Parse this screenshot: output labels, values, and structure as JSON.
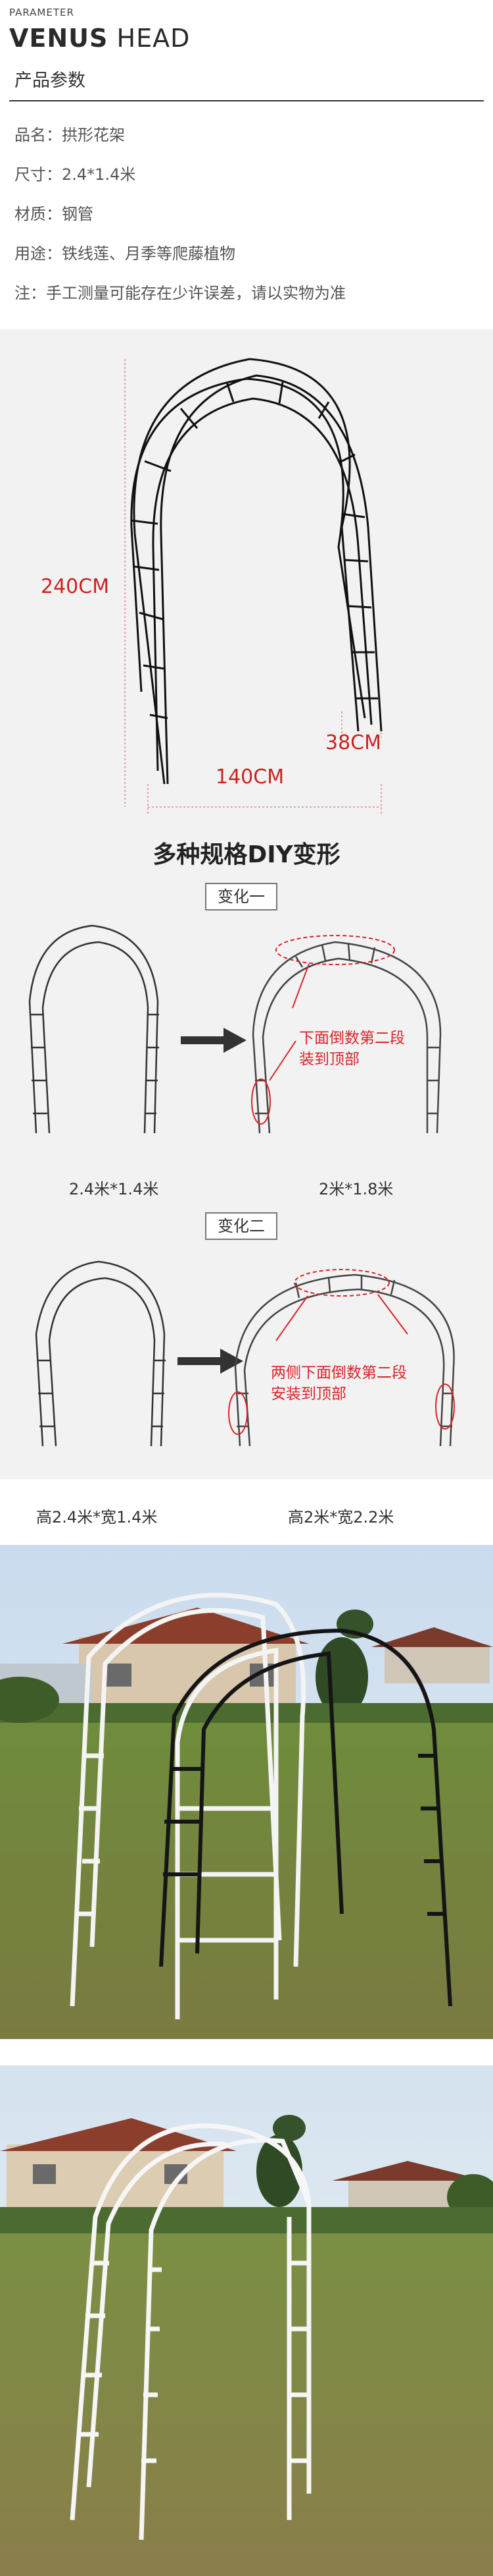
{
  "header": {
    "small_title": "PARAMETER",
    "big_title_bold": "VENUS",
    "big_title_light": "HEAD",
    "section_title": "产品参数"
  },
  "params": [
    {
      "label": "品名：",
      "value": "拱形花架"
    },
    {
      "label": "尺寸：",
      "value": "2.4*1.4米"
    },
    {
      "label": "材质：",
      "value": "钢管"
    },
    {
      "label": "用途：",
      "value": "铁线莲、月季等爬藤植物"
    },
    {
      "label": "注：",
      "value": "手工测量可能存在少许误差，请以实物为准"
    }
  ],
  "dimension_diagram": {
    "height_label": "240CM",
    "width_label": "140CM",
    "depth_label": "38CM"
  },
  "diy": {
    "title": "多种规格DIY变形",
    "variant1": {
      "box_label": "变化一",
      "left_caption": "2.4米*1.4米",
      "right_caption": "2米*1.8米",
      "note_line1": "下面倒数第二段",
      "note_line2": "装到顶部"
    },
    "variant2": {
      "box_label": "变化二",
      "left_caption": "高2.4米*宽1.4米",
      "right_caption": "高2米*宽2.2米",
      "note_line1": "两侧下面倒数第二段",
      "note_line2": "安装到顶部"
    }
  },
  "colors": {
    "accent_red": "#d9242a",
    "frame_black": "#111111",
    "frame_white": "#f4f4f4",
    "section_bg": "#f2f2f2"
  }
}
